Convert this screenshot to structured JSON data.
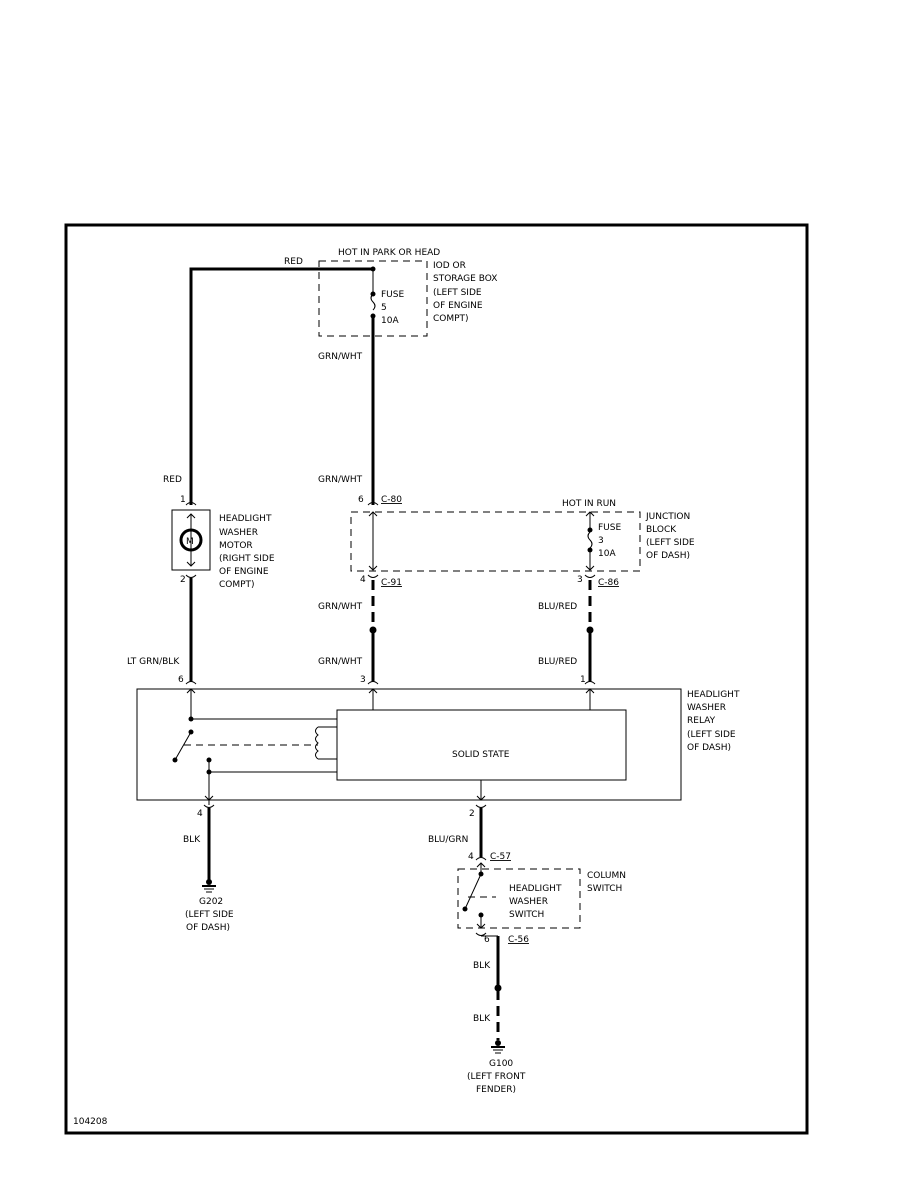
{
  "title": "HOT IN PARK OR HEAD",
  "fuse_box_top": {
    "label_lines": [
      "IOD OR",
      "STORAGE BOX",
      "(LEFT SIDE",
      "OF ENGINE",
      "COMPT)"
    ],
    "fuse": [
      "FUSE",
      "5",
      "10A"
    ]
  },
  "junction_block": {
    "hot_label": "HOT IN RUN",
    "label_lines": [
      "JUNCTION",
      "BLOCK",
      "(LEFT SIDE",
      "OF DASH)"
    ],
    "fuse": [
      "FUSE",
      "3",
      "10A"
    ]
  },
  "motor": {
    "symbol": "M",
    "label_lines": [
      "HEADLIGHT",
      "WASHER",
      "MOTOR",
      "(RIGHT SIDE",
      "OF ENGINE",
      "COMPT)"
    ]
  },
  "relay": {
    "label_lines": [
      "HEADLIGHT",
      "WASHER",
      "RELAY",
      "(LEFT SIDE",
      "OF DASH)"
    ],
    "core": "SOLID STATE"
  },
  "column_switch": {
    "outer_lines": [
      "COLUMN",
      "SWITCH"
    ],
    "inner_lines": [
      "HEADLIGHT",
      "WASHER",
      "SWITCH"
    ]
  },
  "wires": {
    "red_top": "RED",
    "grn_wht_1": "GRN/WHT",
    "red_2": "RED",
    "grn_wht_2": "GRN/WHT",
    "grn_wht_3": "GRN/WHT",
    "grn_wht_4": "GRN/WHT",
    "blu_red_1": "BLU/RED",
    "blu_red_2": "BLU/RED",
    "lt_grn_blk": "LT GRN/BLK",
    "blk_1": "BLK",
    "blu_grn": "BLU/GRN",
    "blk_2": "BLK",
    "blk_3": "BLK"
  },
  "connectors": {
    "c80": "C-80",
    "c91": "C-91",
    "c86": "C-86",
    "c57": "C-57",
    "c56": "C-56"
  },
  "pins": {
    "motor_1": "1",
    "motor_2": "2",
    "jb_6": "6",
    "jb_4": "4",
    "jb_3": "3",
    "relay_6": "6",
    "relay_3": "3",
    "relay_1": "1",
    "relay_4": "4",
    "relay_2": "2",
    "sw_4": "4",
    "sw_6": "6"
  },
  "grounds": {
    "g202_lines": [
      "G202",
      "(LEFT SIDE",
      "OF DASH)"
    ],
    "g100_lines": [
      "G100",
      "(LEFT FRONT",
      "FENDER)"
    ]
  },
  "figure_id": "104208"
}
